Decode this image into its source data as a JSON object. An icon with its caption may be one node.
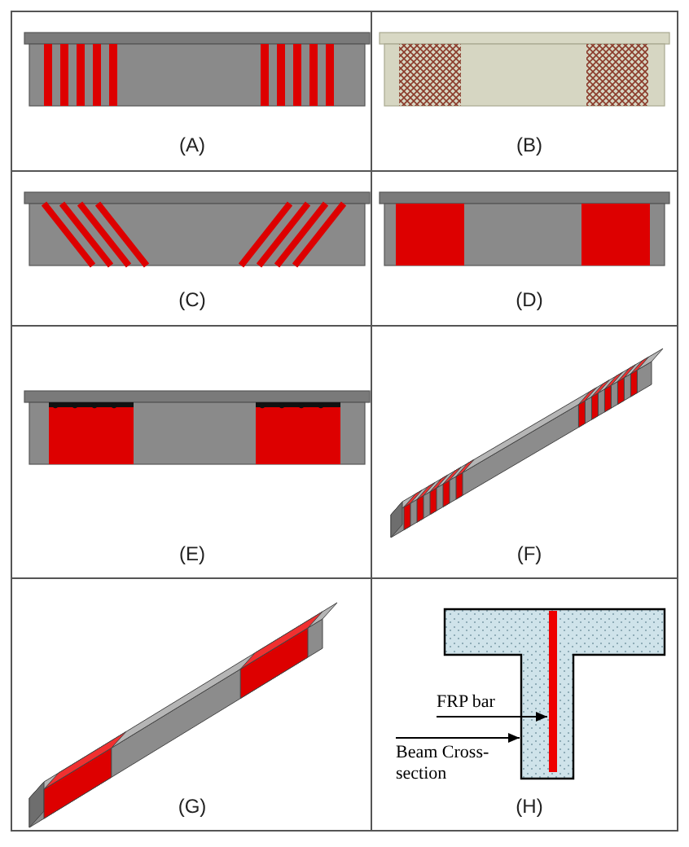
{
  "diagram": {
    "nodes": [
      {
        "text": [
          "FRP bar"
        ]
      },
      {
        "text": [],
        "shape": "bar",
        "in": 3
      },
      {
        "text": [
          "Beam Cross-section"
        ]
      },
      {
        "text": [],
        "shape": "picture"
      }
    ],
    "edges": [
      {
        "from": 0,
        "to": 1,
        "arrow": "to"
      },
      {
        "from": 2,
        "to": 3,
        "arrow": "to"
      }
    ],
    "labels": [
      "(A)",
      "(B)",
      "(C)",
      "(D)",
      "(E)",
      "(F)",
      "(G)",
      "(H)"
    ]
  }
}
